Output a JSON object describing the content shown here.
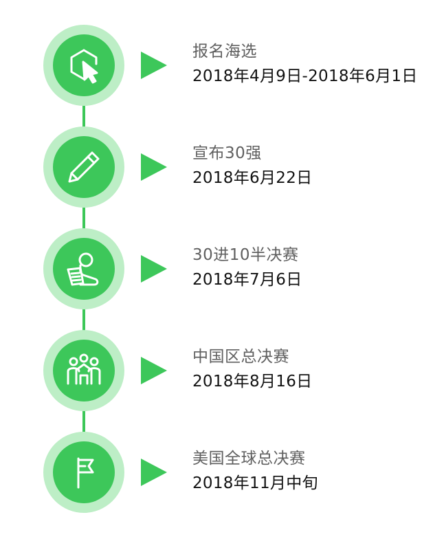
{
  "colors": {
    "accent": "#3dc75a",
    "halo": "#bdeec6",
    "title_text": "#5f5f5f",
    "date_text": "#111111"
  },
  "steps": [
    {
      "title": "报名海选",
      "date": "2018年4月9日-2018年6月1日",
      "icon": "cursor-click-icon"
    },
    {
      "title": "宣布30强",
      "date": "2018年6月22日",
      "icon": "pencil-icon"
    },
    {
      "title": "30进10半决赛",
      "date": "2018年7月6日",
      "icon": "person-clipboard-icon"
    },
    {
      "title": "中国区总决赛",
      "date": "2018年8月16日",
      "icon": "group-icon"
    },
    {
      "title": "美国全球总决赛",
      "date": "2018年11月中旬",
      "icon": "flag-icon"
    }
  ]
}
